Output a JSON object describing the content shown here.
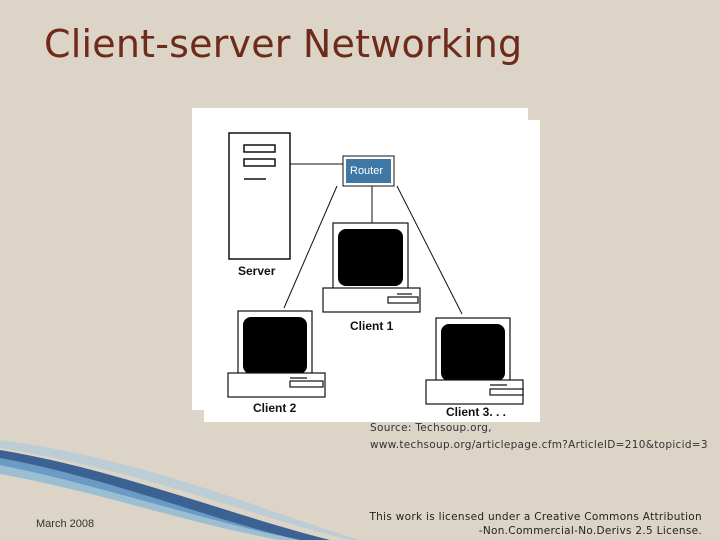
{
  "slide": {
    "title": "Client-server Networking",
    "date": "March 2008",
    "license_line1": "This work is licensed under a Creative Commons Attribution",
    "license_line2": "-Non.Commercial-No.Derivs 2.5 License."
  },
  "figure": {
    "router_label": "Router",
    "server_label": "Server",
    "client1_label": "Client 1",
    "client2_label": "Client 2",
    "client3_label": "Client 3. . ."
  },
  "source": {
    "line1": "Source: Techsoup.org,",
    "line2": "www.techsoup.org/articlepage.cfm?ArticleID=210&topicid=3"
  },
  "colors": {
    "background": "#dcd5c7",
    "title": "#6e2a1b",
    "router": "#3f78a5",
    "footer_accent": "#1f4e8a"
  }
}
